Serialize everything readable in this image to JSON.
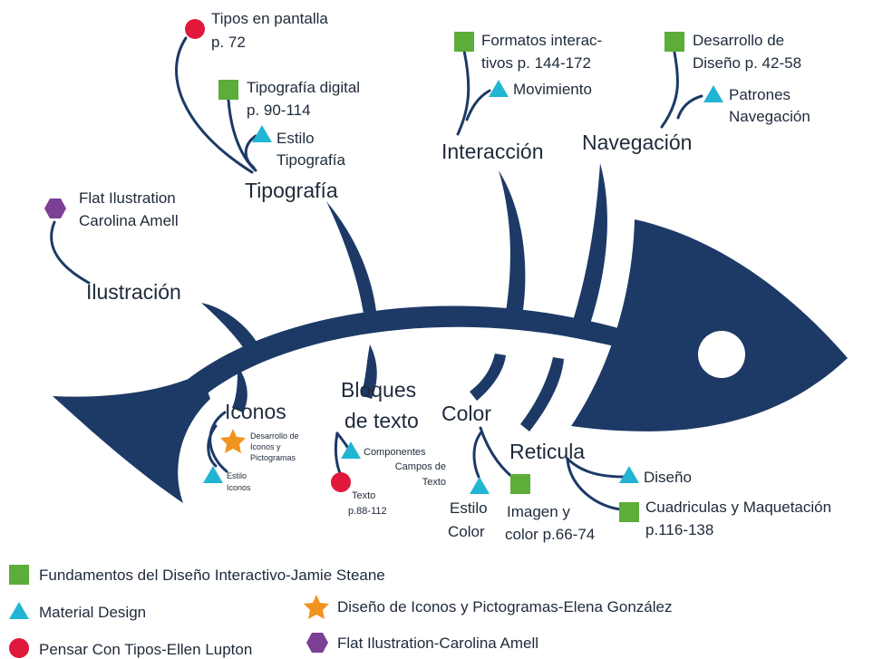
{
  "colors": {
    "fish": "#1d3a66",
    "square": "#5cad3a",
    "triangle": "#22b5d3",
    "circle": "#e0183c",
    "star": "#f1931f",
    "hexagon": "#7b3f94"
  },
  "categories": {
    "tipografia": "Tipografía",
    "interaccion": "Interacción",
    "navegacion": "Navegación",
    "ilustracion": "Ilustración",
    "iconos": "Iconos",
    "bloques_1": "Bloques",
    "bloques_2": "de texto",
    "color": "Color",
    "reticula": "Reticula"
  },
  "items": {
    "tipos_pantalla_1": "Tipos en pantalla",
    "tipos_pantalla_2": "p. 72",
    "tipografia_digital_1": "Tipografía digital",
    "tipografia_digital_2": "p. 90-114",
    "estilo_tipografia_1": "Estilo",
    "estilo_tipografia_2": "Tipografía",
    "formatos_1": "Formatos interac-",
    "formatos_2": "tivos p. 144-172",
    "movimiento": "Movimiento",
    "desarrollo_diseno_1": "Desarrollo de",
    "desarrollo_diseno_2": "Diseño p. 42-58",
    "patrones_1": "Patrones",
    "patrones_2": "Navegación",
    "flat_1": "Flat Ilustration",
    "flat_2": "Carolina Amell",
    "desarrollo_iconos_1": "Desarrollo de",
    "desarrollo_iconos_2": "Iconos y",
    "desarrollo_iconos_3": "Pictogramas",
    "estilo_iconos_1": "Estilo",
    "estilo_iconos_2": "Iconos",
    "componentes_1": "Componentes",
    "componentes_2": "Campos de",
    "componentes_3": "Texto",
    "texto_1": "Texto",
    "texto_2": "p.88-112",
    "estilo_color_1": "Estilo",
    "estilo_color_2": "Color",
    "imagen_color_1": "Imagen y",
    "imagen_color_2": "color p.66-74",
    "diseno": "Diseño",
    "cuadriculas_1": "Cuadriculas y Maquetación",
    "cuadriculas_2": "p.116-138"
  },
  "legend": {
    "square": "Fundamentos del Diseño Interactivo-Jamie Steane",
    "triangle": "Material Design",
    "circle": "Pensar Con Tipos-Ellen Lupton",
    "star": "Diseño de Iconos y Pictogramas-Elena González",
    "hexagon": "Flat Ilustration-Carolina Amell"
  }
}
